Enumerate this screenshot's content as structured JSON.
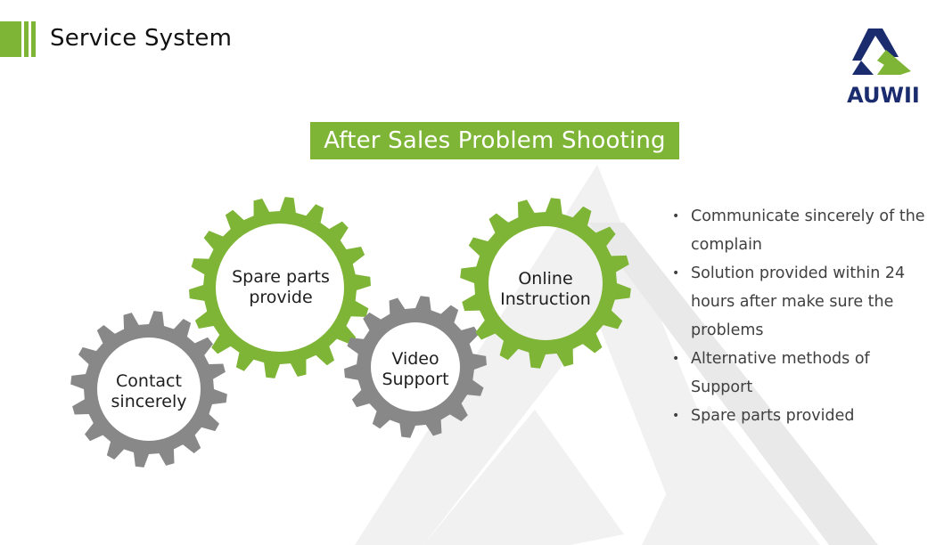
{
  "header": {
    "title": "Service System"
  },
  "logo": {
    "text": "AUWII"
  },
  "banner": {
    "title": "After Sales Problem Shooting"
  },
  "gears": [
    {
      "label": "Contact\nsincerely",
      "color": "#888888"
    },
    {
      "label": "Spare parts\nprovide",
      "color": "#7eb536"
    },
    {
      "label": "Video\nSupport",
      "color": "#888888"
    },
    {
      "label": "Online\nInstruction",
      "color": "#7eb536"
    }
  ],
  "bullets": [
    "Communicate sincerely of the complain",
    "Solution provided within 24 hours after make sure the problems",
    "Alternative methods of Support",
    "Spare parts provided"
  ],
  "colors": {
    "accent_green": "#7eb536",
    "gear_gray": "#888888",
    "logo_blue": "#1a2c6e"
  }
}
